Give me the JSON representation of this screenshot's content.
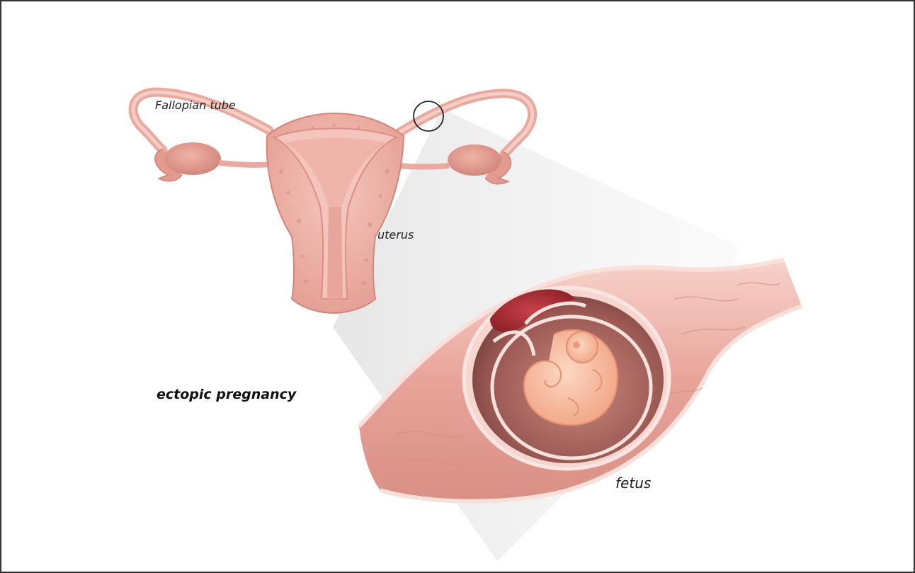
{
  "labels": {
    "fallopian_tube": "Fallopian tube",
    "uterus": "uterus",
    "ectopic_pregnancy": "ectopic pregnancy",
    "fetus": "fetus"
  },
  "colors": {
    "border": "#333333",
    "tissue_light": "#f2c3bb",
    "tissue_mid": "#e7a196",
    "tissue_dark": "#c9776e",
    "cavity": "#8e4f4b",
    "blood": "#b2333b",
    "embryo": "#f6b79b",
    "zoom_cone": "#e6e6e6"
  }
}
